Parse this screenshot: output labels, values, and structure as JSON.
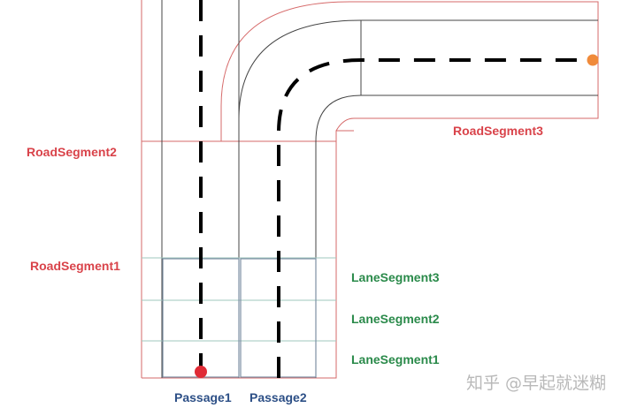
{
  "labels": {
    "road_segment_1": "RoadSegment1",
    "road_segment_2": "RoadSegment2",
    "road_segment_3": "RoadSegment3",
    "lane_segment_1": "LaneSegment1",
    "lane_segment_2": "LaneSegment2",
    "lane_segment_3": "LaneSegment3",
    "passage_1": "Passage1",
    "passage_2": "Passage2"
  },
  "watermark": "知乎 @早起就迷糊",
  "colors": {
    "road_outline": "#d66a6a",
    "lane_outline": "#444444",
    "lane_grid": "#9fc7be",
    "passage_box": "#7d8fa4",
    "center_line": "#000000",
    "start_point": "#e02a35",
    "end_point": "#f08a3a",
    "road_label": "#d9434a",
    "lane_label": "#2a8a4a",
    "passage_label": "#2c4f86",
    "watermark": "#b9b9b9"
  }
}
